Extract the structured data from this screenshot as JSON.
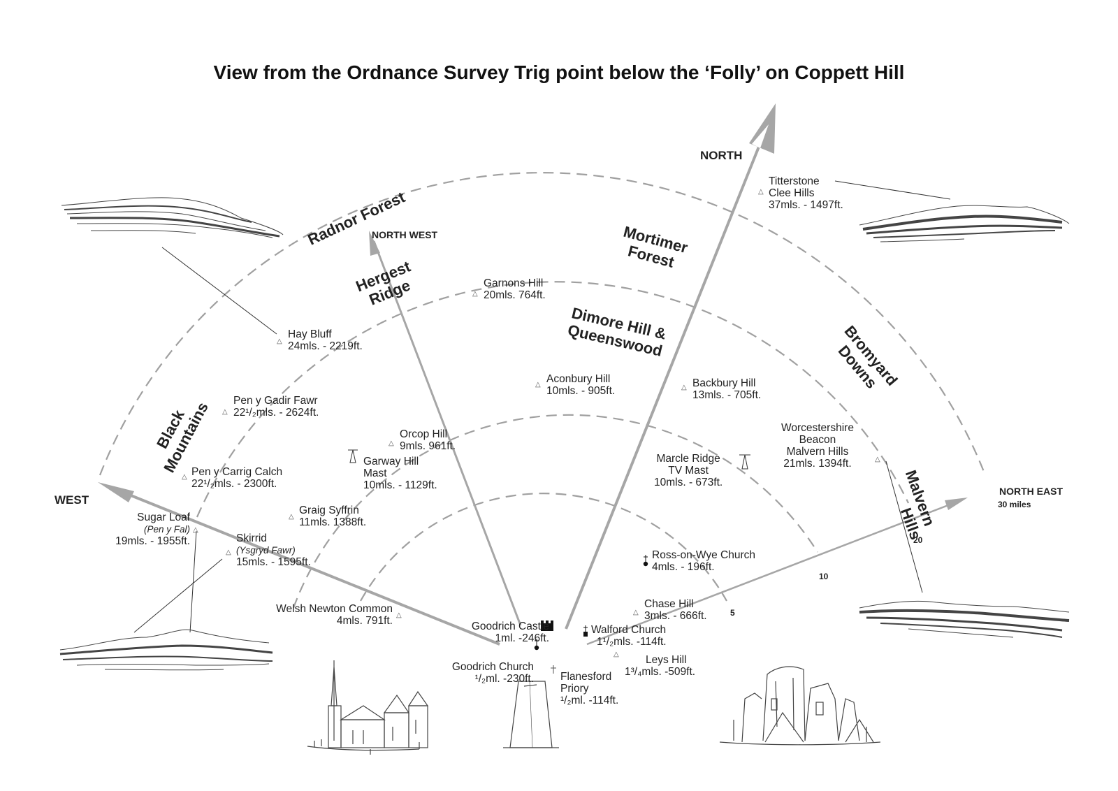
{
  "title": "View from the Ordnance Survey Trig point below the ‘Folly’ on Coppett Hill",
  "directions": {
    "north": "NORTH",
    "north_west": "NORTH WEST",
    "west": "WEST",
    "north_east": "NORTH EAST",
    "north_east_range": "30 miles"
  },
  "distance_marks": [
    "5",
    "10",
    "20"
  ],
  "regions": {
    "radnor_forest": "Radnor Forest",
    "hergest_ridge": [
      "Hergest",
      "Ridge"
    ],
    "mortimer_forest": [
      "Mortimer",
      "Forest"
    ],
    "dimore_hill": [
      "Dimore Hill &",
      "Queenswood"
    ],
    "bromyard_downs": [
      "Bromyard",
      "Downs"
    ],
    "black_mountains": [
      "Black",
      "Mountains"
    ],
    "malvern_hills": [
      "Malvern",
      "Hills"
    ]
  },
  "landmarks": {
    "titterstone": [
      "Titterstone",
      "Clee Hills",
      "37mls. - 1497ft."
    ],
    "garnons_hill": [
      "Garnons Hill",
      "20mls.   764ft."
    ],
    "hay_bluff": [
      "Hay Bluff",
      "24mls. - 2219ft."
    ],
    "pen_y_gadir": [
      "Pen y Gadir Fawr",
      "22¹/₂mls. - 2624ft."
    ],
    "pen_y_carrig": [
      "Pen y Carrig Calch",
      "22¹/₂mls. - 2300ft."
    ],
    "aconbury_hill": [
      "Aconbury Hill",
      "10mls. - 905ft."
    ],
    "backbury_hill": [
      "Backbury Hill",
      "13mls. - 705ft."
    ],
    "orcop_hill": [
      "Orcop Hill",
      "9mls.   961ft."
    ],
    "garway_hill": [
      "Garway Hill",
      "Mast",
      "10mls. - 1129ft."
    ],
    "worcestershire_beacon": [
      "Worcestershire",
      "Beacon",
      "Malvern Hills",
      "21mls.   1394ft."
    ],
    "marcle_ridge": [
      "Marcle Ridge",
      "TV Mast",
      "10mls. - 673ft."
    ],
    "graig_syffrin": [
      "Graig Syffrin",
      "11mls.   1388ft."
    ],
    "sugar_loaf": [
      "Sugar Loaf",
      "(Pen y Fal)",
      "19mls. - 1955ft."
    ],
    "skirrid": [
      "Skirrid",
      "(Ysgryd Fawr)",
      "15mls. - 1595ft."
    ],
    "ross_church": [
      "Ross-on-Wye Church",
      "4mls. - 196ft."
    ],
    "welsh_newton": [
      "Welsh Newton Common",
      "4mls.   791ft."
    ],
    "chase_hill": [
      "Chase Hill",
      "3mls. - 666ft."
    ],
    "goodrich_castle": [
      "Goodrich Castle",
      "1ml. -246ft."
    ],
    "walford_church": [
      "Walford Church",
      "1¹/₂mls. -114ft."
    ],
    "leys_hill": [
      "Leys Hill",
      "1³/₄mls. -509ft."
    ],
    "goodrich_church": [
      "Goodrich Church",
      "¹/₂ml. -230ft."
    ],
    "flanesford_priory": [
      "Flanesford",
      "Priory",
      "¹/₂ml. -114ft."
    ]
  },
  "colors": {
    "ink": "#222222",
    "arc": "#9a9a9a",
    "arrow": "#a6a6a6",
    "sketch": "#444444"
  }
}
